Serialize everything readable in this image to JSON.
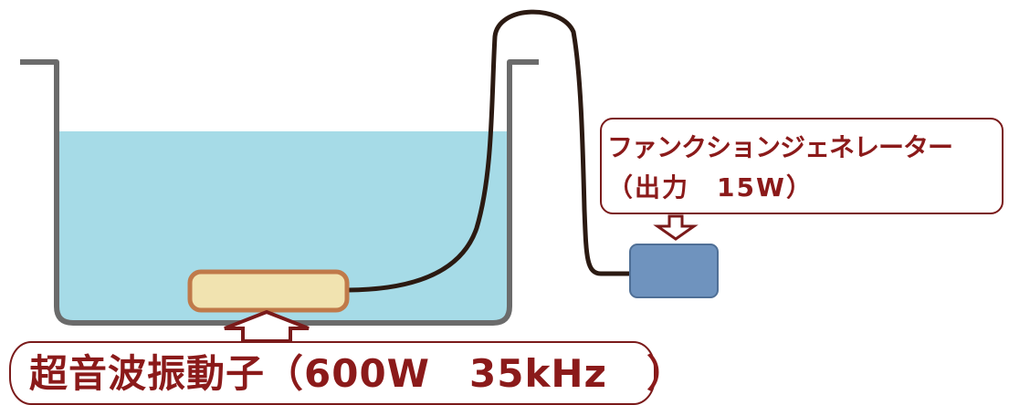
{
  "function_generator": {
    "name": "ファンクションジェネレーター",
    "output": "（出力　15W）"
  },
  "transducer": {
    "label": "超音波振動子（600W　35kHz　）"
  },
  "colors": {
    "tank_wall": "#6b6b6b",
    "water": "#a6dbe7",
    "transducer_fill": "#f1e3b0",
    "transducer_border": "#c07a4a",
    "cable": "#2b1a12",
    "generator_fill": "#6f93be",
    "accent": "#7a1a1a"
  },
  "icons": {
    "generator_arrow": "down-arrow-icon",
    "transducer_arrow": "up-arrow-icon"
  }
}
